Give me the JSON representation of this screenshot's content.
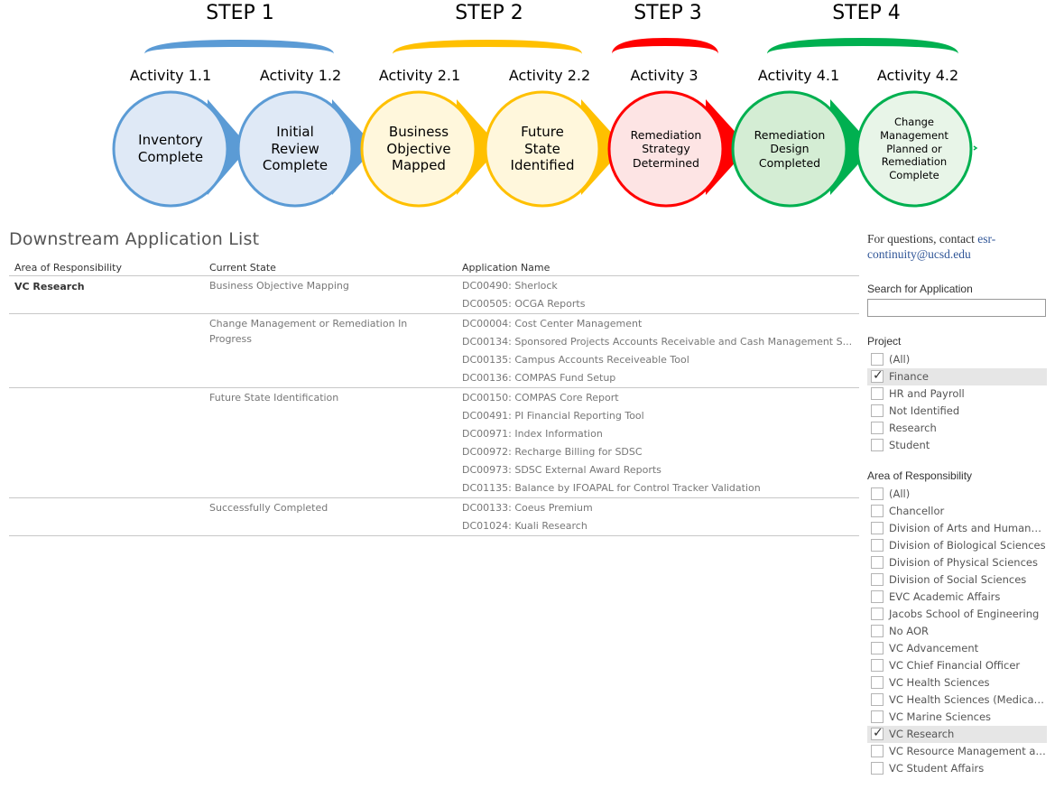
{
  "steps": [
    "STEP 1",
    "STEP 2",
    "STEP 3",
    "STEP 4"
  ],
  "activities": [
    "Activity 1.1",
    "Activity 1.2",
    "Activity 2.1",
    "Activity 2.2",
    "Activity 3",
    "Activity 4.1",
    "Activity 4.2"
  ],
  "circles": [
    {
      "line1": "Inventory",
      "line2": "Complete",
      "line3": "",
      "line4": ""
    },
    {
      "line1": "Initial",
      "line2": "Review",
      "line3": "Complete",
      "line4": ""
    },
    {
      "line1": "Business",
      "line2": "Objective",
      "line3": "Mapped",
      "line4": ""
    },
    {
      "line1": "Future",
      "line2": "State",
      "line3": "Identified",
      "line4": ""
    },
    {
      "line1": "Remediation",
      "line2": "Strategy",
      "line3": "Determined",
      "line4": ""
    },
    {
      "line1": "Remediation",
      "line2": "Design",
      "line3": "Completed",
      "line4": ""
    },
    {
      "line1": "Change",
      "line2": "Management",
      "line3": "Planned or",
      "line4": "Remediation",
      "line5": "Complete"
    }
  ],
  "colors": {
    "blue": "#5b9bd5",
    "blue_fill": "#dfe9f6",
    "yellow": "#ffc000",
    "yellow_fill": "#fff7dc",
    "red": "#ff0000",
    "red_fill": "#fde4e4",
    "green": "#00b050",
    "green_fill": "#d4edd4",
    "green_fill_last": "#e8f5e8"
  },
  "list": {
    "title": "Downstream Application List",
    "headers": {
      "aor": "Area of Responsibility",
      "state": "Current State",
      "app": "Application Name"
    },
    "aor_value": "VC Research",
    "groups": [
      {
        "state": "Business Objective Mapping",
        "apps": [
          "DC00490: Sherlock",
          "DC00505: OCGA Reports"
        ]
      },
      {
        "state": "Change Management or Remediation In Progress",
        "apps": [
          "DC00004: Cost Center Management",
          "DC00134: Sponsored Projects Accounts Receivable and Cash Management S...",
          "DC00135: Campus Accounts Receiveable Tool",
          "DC00136: COMPAS Fund Setup"
        ]
      },
      {
        "state": "Future State Identification",
        "apps": [
          "DC00150: COMPAS Core Report",
          "DC00491: PI Financial Reporting Tool",
          "DC00971: Index Information",
          "DC00972: Recharge Billing for SDSC",
          "DC00973: SDSC External Award Reports",
          "DC01135: Balance by IFOAPAL for Control Tracker Validation"
        ]
      },
      {
        "state": "Successfully Completed",
        "apps": [
          "DC00133: Coeus Premium",
          "DC01024: Kuali Research"
        ]
      }
    ]
  },
  "side": {
    "contact_prefix": "For questions, contact ",
    "contact_email": "esr-continuity@ucsd.edu",
    "search_title": "Search for Application",
    "search_value": "",
    "project_title": "Project",
    "project_options": [
      {
        "label": "(All)",
        "checked": false
      },
      {
        "label": "Finance",
        "checked": true
      },
      {
        "label": "HR and Payroll",
        "checked": false
      },
      {
        "label": "Not Identified",
        "checked": false
      },
      {
        "label": "Research",
        "checked": false
      },
      {
        "label": "Student",
        "checked": false
      }
    ],
    "aor_title": "Area of Responsibility",
    "aor_options": [
      {
        "label": "(All)",
        "checked": false
      },
      {
        "label": "Chancellor",
        "checked": false
      },
      {
        "label": "Division of Arts and Humana...",
        "checked": false
      },
      {
        "label": "Division of Biological Sciences",
        "checked": false
      },
      {
        "label": "Division of Physical Sciences",
        "checked": false
      },
      {
        "label": "Division of Social Sciences",
        "checked": false
      },
      {
        "label": "EVC Academic Affairs",
        "checked": false
      },
      {
        "label": "Jacobs School of Engineering",
        "checked": false
      },
      {
        "label": "No AOR",
        "checked": false
      },
      {
        "label": "VC Advancement",
        "checked": false
      },
      {
        "label": "VC Chief Financial Officer",
        "checked": false
      },
      {
        "label": "VC Health Sciences",
        "checked": false
      },
      {
        "label": "VC Health Sciences (Medical ...",
        "checked": false
      },
      {
        "label": "VC Marine Sciences",
        "checked": false
      },
      {
        "label": "VC Research",
        "checked": true
      },
      {
        "label": "VC Resource Management an...",
        "checked": false
      },
      {
        "label": "VC Student Affairs",
        "checked": false
      }
    ]
  }
}
